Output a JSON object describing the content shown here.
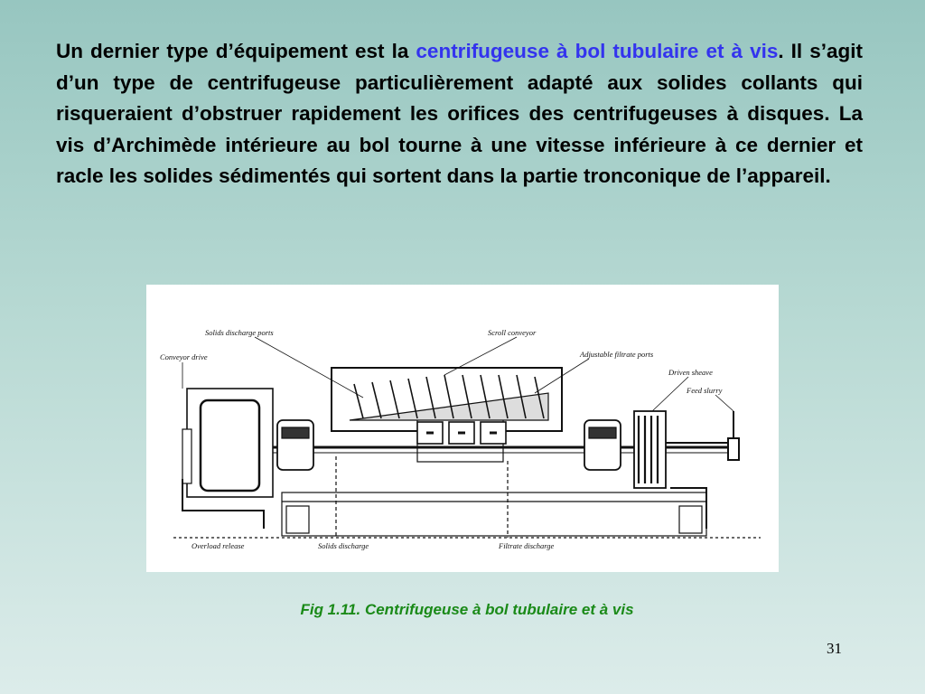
{
  "paragraph": {
    "intro": "Un dernier type d’équipement est la ",
    "highlight": "centrifugeuse à bol tubulaire et à vis",
    "rest": ". Il s’agit d’un type de centrifugeuse particulièrement adapté aux solides collants qui risqueraient d’obstruer rapidement les orifices des centrifugeuses à disques. La vis d’Archimède intérieure au bol tourne à une vitesse inférieure à ce dernier et racle les solides sédimentés qui sortent dans la partie tronconique de l’appareil."
  },
  "figure": {
    "labels": {
      "solids_ports": "Solids discharge ports",
      "scroll": "Scroll conveyor",
      "filtrate_ports": "Adjustable filtrate ports",
      "conveyor_drive": "Conveyor drive",
      "driven_sheave": "Driven sheave",
      "feed_slurry": "Feed slurry",
      "overload": "Overload release",
      "solids_discharge": "Solids discharge",
      "filtrate_discharge": "Filtrate discharge"
    }
  },
  "caption": "Fig 1.11. Centrifugeuse à bol tubulaire et à vis",
  "page_number": "31",
  "colors": {
    "highlight": "#3333ee",
    "caption": "#1a8a18"
  }
}
